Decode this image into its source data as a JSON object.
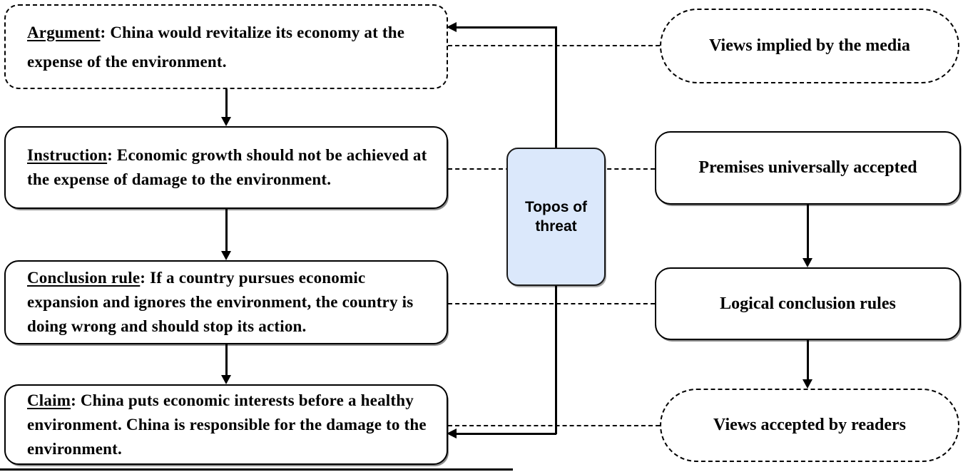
{
  "diagram": {
    "left_column": [
      {
        "label": "Argument",
        "text": ": China would revitalize its economy at the expense of the environment.",
        "border": "dashed"
      },
      {
        "label": "Instruction",
        "text": ": Economic growth should not be achieved at the expense of damage to the environment.",
        "border": "solid"
      },
      {
        "label": "Conclusion rule",
        "text": ": If a country pursues economic expansion and ignores the environment, the country is doing wrong and should stop its action.",
        "border": "solid"
      },
      {
        "label": "Claim",
        "text": ": China puts economic interests before a healthy environment. China is responsible for the damage to the environment.",
        "border": "solid"
      }
    ],
    "center_node": {
      "label": "Topos of threat"
    },
    "right_column": [
      {
        "label": "Views implied by the media",
        "border": "dashed"
      },
      {
        "label": "Premises universally accepted",
        "border": "solid"
      },
      {
        "label": "Logical conclusion rules",
        "border": "solid"
      },
      {
        "label": "Views accepted by readers",
        "border": "dashed"
      }
    ],
    "colors": {
      "topos_fill": "#dbe8fb",
      "topos_border": "#1a1a1a",
      "line": "#000000",
      "background": "#ffffff"
    }
  }
}
